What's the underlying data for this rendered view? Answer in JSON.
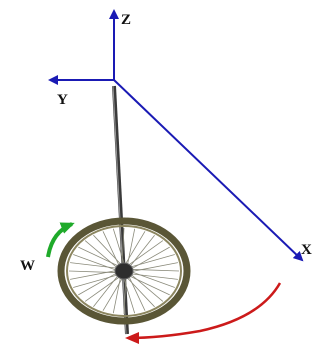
{
  "axes": {
    "x_label": "X",
    "y_label": "Y",
    "z_label": "Z",
    "color": "#1a1ab4"
  },
  "rotation": {
    "label": "W",
    "arrow_color": "#1faa2a"
  },
  "precession": {
    "arrow_color": "#cc1a1a"
  },
  "wheel": {
    "rim_color": "#5a5636",
    "spoke_color": "#8a8a7a",
    "hub_color": "#333333"
  }
}
